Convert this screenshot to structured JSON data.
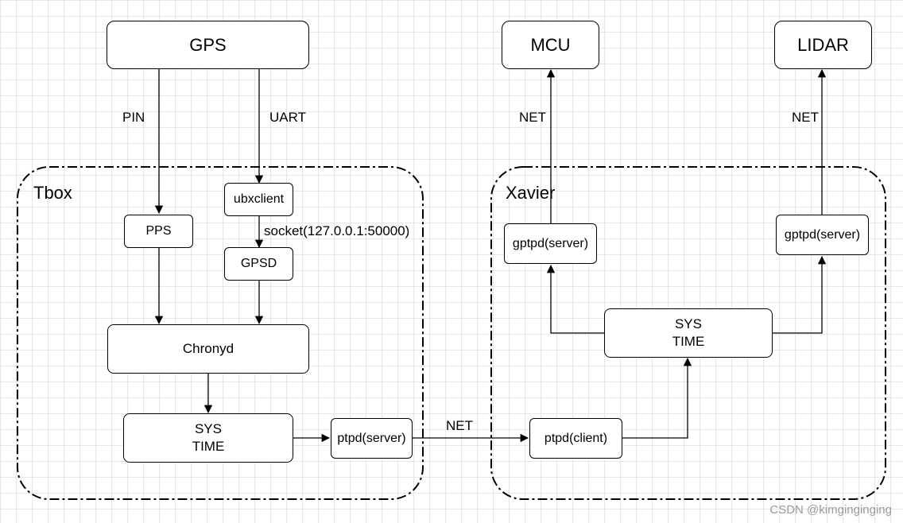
{
  "nodes": {
    "gps": "GPS",
    "mcu": "MCU",
    "lidar": "LIDAR",
    "ubxclient": "ubxclient",
    "pps": "PPS",
    "gpsd": "GPSD",
    "chronyd": "Chronyd",
    "tbox_sys_time": "SYS\nTIME",
    "ptpd_server": "ptpd(server)",
    "ptpd_client": "ptpd(client)",
    "xavier_sys_time": "SYS\nTIME",
    "gptpd_server_left": "gptpd(server)",
    "gptpd_server_right": "gptpd(server)"
  },
  "groups": {
    "tbox": "Tbox",
    "xavier": "Xavier"
  },
  "edge_labels": {
    "pin": "PIN",
    "uart": "UART",
    "socket": "socket(127.0.0.1:50000)",
    "net_ptp": "NET",
    "net_mcu": "NET",
    "net_lidar": "NET"
  },
  "watermark": "CSDN @kimginginging"
}
